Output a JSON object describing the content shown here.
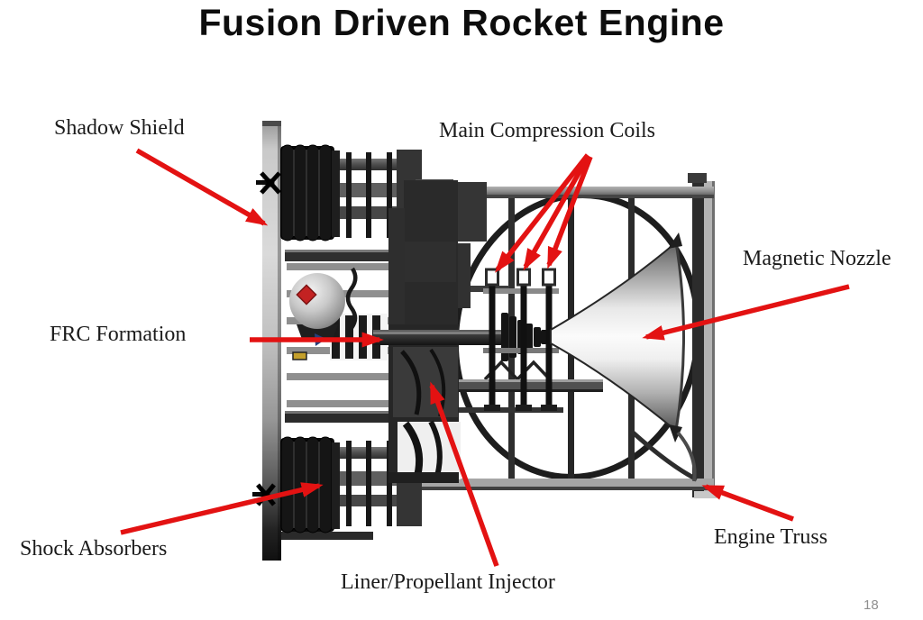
{
  "slide": {
    "title": "Fusion Driven Rocket Engine",
    "page_number": "18"
  },
  "labels": {
    "shadow_shield": "Shadow Shield",
    "main_compression_coils": "Main Compression Coils",
    "magnetic_nozzle": "Magnetic Nozzle",
    "frc_formation": "FRC Formation",
    "shock_absorbers": "Shock Absorbers",
    "liner_propellant_injector": "Liner/Propellant Injector",
    "engine_truss": "Engine Truss"
  },
  "colors": {
    "arrow_red": "#e31212",
    "label_text": "#1b1b1b",
    "title_text": "#0d0d0d",
    "page_number_gray": "#8f8f8f"
  },
  "illustration": {
    "description": "Grayscale 3D rendering of the Fusion Driven Rocket engine, side view, with red annotation arrows",
    "parts": [
      "Shadow Shield",
      "Shock Absorbers",
      "FRC Formation",
      "Liner/Propellant Injector",
      "Main Compression Coils",
      "Magnetic Nozzle",
      "Engine Truss"
    ]
  }
}
